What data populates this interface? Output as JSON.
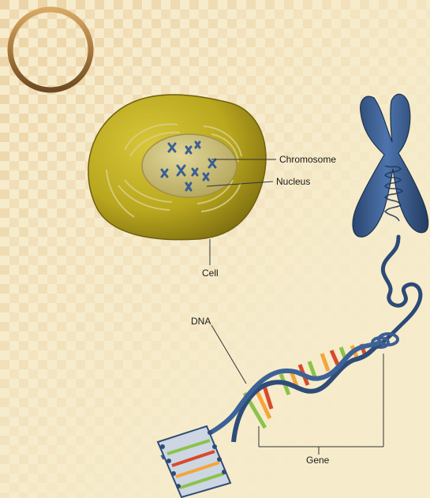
{
  "labels": {
    "chromosome": "Chromosome",
    "nucleus": "Nucleus",
    "cell": "Cell",
    "dna": "DNA",
    "gene": "Gene"
  },
  "colors": {
    "background": "#f6eccc",
    "checker": "#e9c99a",
    "bronze": "#a9793f",
    "cell": "#b7a51e",
    "nucleus": "#c9bb72",
    "chromosome": "#3b5f93",
    "dna_strand": "#33507e"
  }
}
